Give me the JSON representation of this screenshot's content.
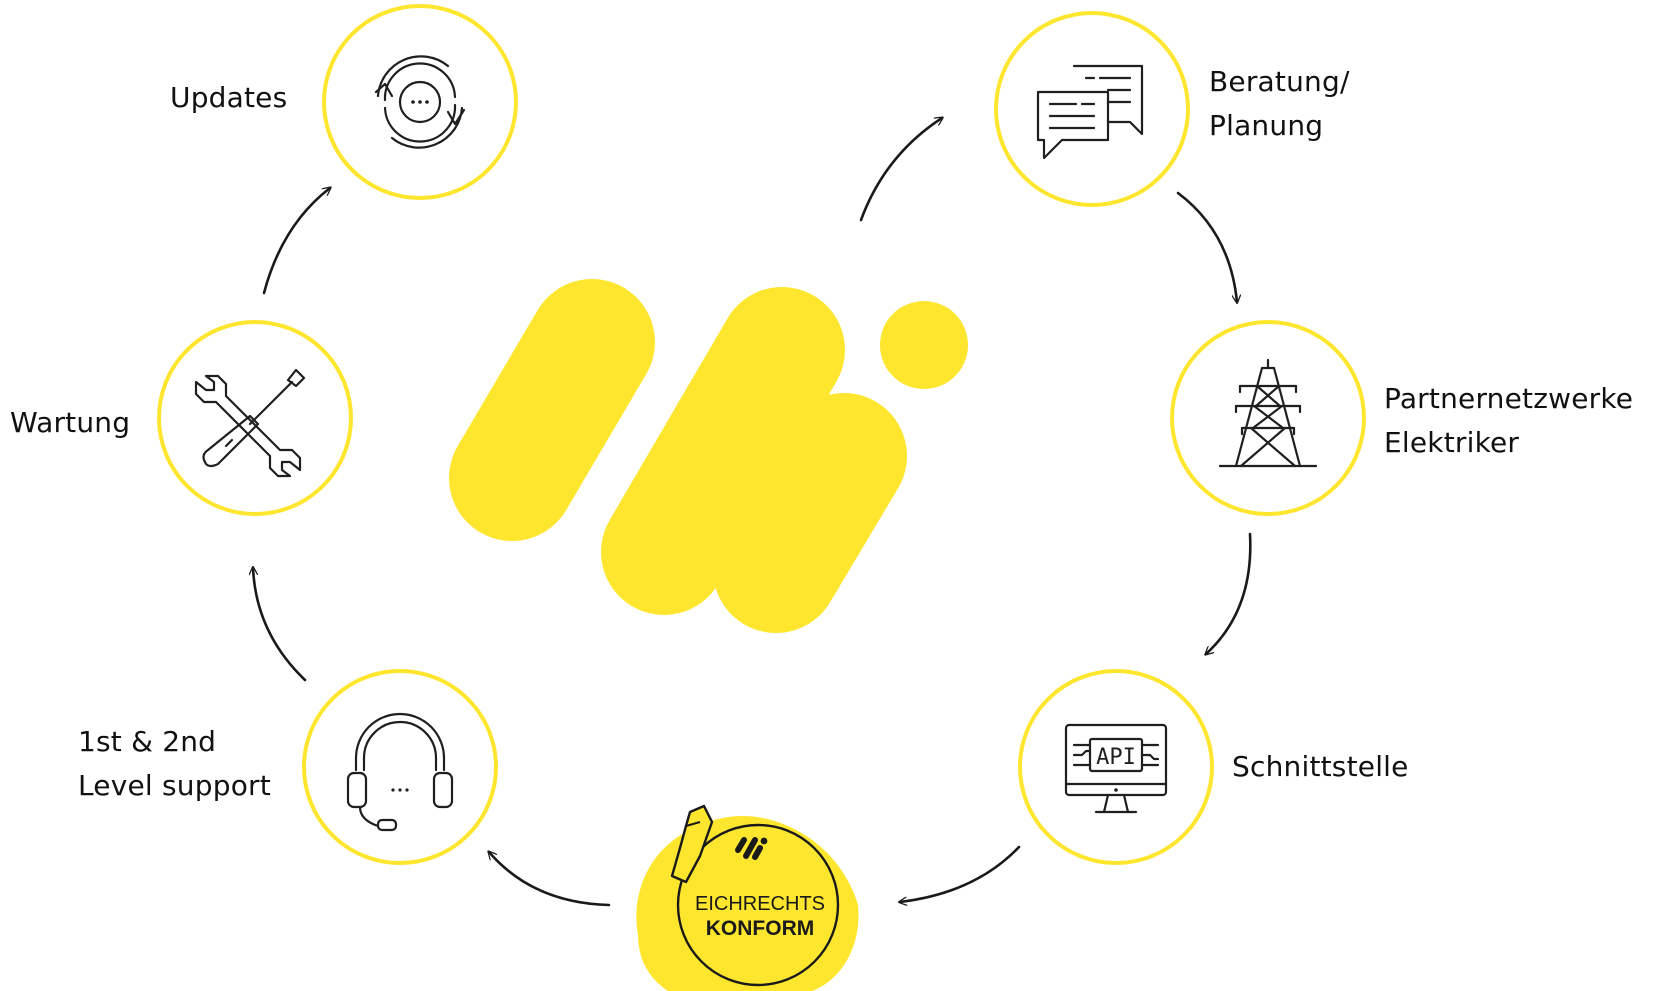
{
  "colors": {
    "accent": "#FFE62E",
    "ink": "#1a1a1a",
    "background": "#ffffff"
  },
  "center_logo": {
    "icon": "brand-logo-icon"
  },
  "nodes": [
    {
      "id": "beratung",
      "label_lines": [
        "Beratung/",
        "Planung"
      ],
      "icon": "chat-bubbles-icon"
    },
    {
      "id": "partner",
      "label_lines": [
        "Partnernetzwerke",
        "Elektriker"
      ],
      "icon": "power-pylon-icon"
    },
    {
      "id": "schnittstelle",
      "label_lines": [
        "Schnittstelle"
      ],
      "icon": "api-monitor-icon"
    },
    {
      "id": "eichrecht",
      "badge": {
        "line1": "EICHRECHTS",
        "line2": "KONFORM"
      },
      "icon": "charging-plug-badge-icon"
    },
    {
      "id": "support",
      "label_lines": [
        "1st & 2nd",
        "Level support"
      ],
      "icon": "headset-icon"
    },
    {
      "id": "wartung",
      "label_lines": [
        "Wartung"
      ],
      "icon": "wrench-screwdriver-icon"
    },
    {
      "id": "updates",
      "label_lines": [
        "Updates"
      ],
      "icon": "refresh-cycle-icon"
    }
  ]
}
